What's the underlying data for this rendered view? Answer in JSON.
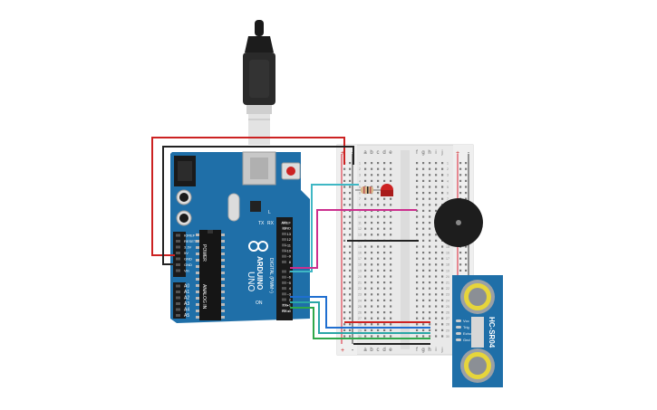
{
  "arduino": {
    "brand": "ARDUINO",
    "model": "UNO",
    "tx_label": "TX",
    "rx_label": "RX",
    "aref_label": "AREF",
    "gnd_label": "GND",
    "header_digital_hi": [
      "13",
      "12",
      "~11",
      "~10",
      "~9",
      "8"
    ],
    "header_digital_lo": [
      "7",
      "~6",
      "~5",
      "4",
      "~3",
      "2",
      "TX▸1",
      "RX◂0"
    ],
    "digital_title": "DIGITAL (PWM~)",
    "power_title": "POWER",
    "power_pins": [
      "IOREF",
      "RESET",
      "3.3V",
      "5V",
      "GND",
      "GND",
      "Vin"
    ],
    "analog_title": "ANALOG IN",
    "analog_pins": [
      "A0",
      "A1",
      "A2",
      "A3",
      "A4",
      "A5"
    ],
    "on_label": "ON",
    "l_label": "L"
  },
  "breadboard": {
    "col_letters_left": [
      "a",
      "b",
      "c",
      "d",
      "e"
    ],
    "col_letters_right": [
      "f",
      "g",
      "h",
      "i",
      "j"
    ],
    "rail_plus": "+",
    "rail_minus": "-",
    "row_numbers": [
      "1",
      "2",
      "3",
      "4",
      "5",
      "6",
      "7",
      "8",
      "9",
      "10",
      "11",
      "12",
      "13",
      "14",
      "15",
      "16",
      "17",
      "18",
      "19",
      "20",
      "21",
      "22",
      "23",
      "24",
      "25",
      "26",
      "27",
      "28",
      "29",
      "30"
    ]
  },
  "sensor": {
    "model": "HC-SR04",
    "pins": [
      "Vcc",
      "Trig",
      "Echo",
      "Gnd"
    ]
  },
  "colors": {
    "board_blue": "#1f6fa8",
    "wire_red": "#cc2222",
    "wire_black": "#222222",
    "wire_cyan": "#3fb7c4",
    "wire_magenta": "#cc2f8e",
    "wire_blue": "#1f6fd0",
    "wire_green": "#2fa84a",
    "wire_teal": "#2aa6a6"
  },
  "icons": [
    "usb-cable-icon",
    "led-icon",
    "resistor-icon",
    "piezo-buzzer-icon",
    "ultrasonic-sensor-icon"
  ]
}
